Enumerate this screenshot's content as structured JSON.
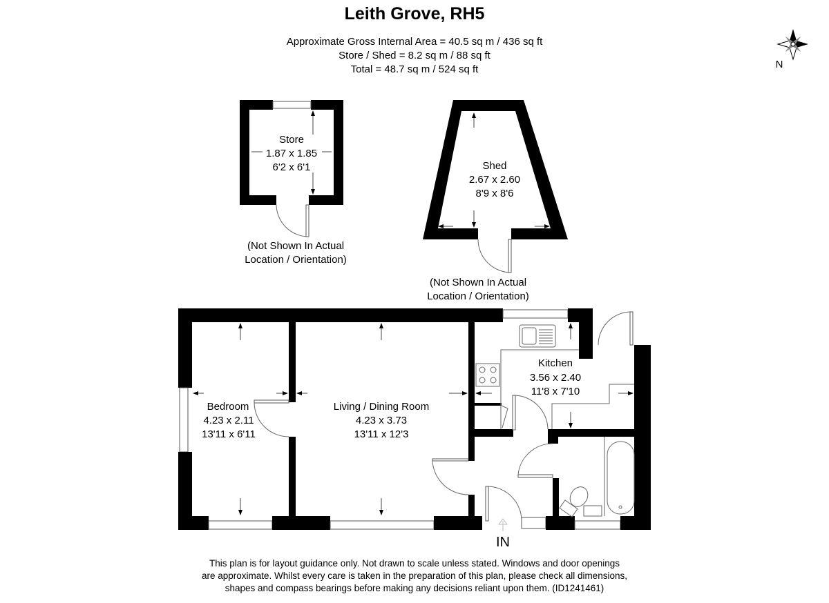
{
  "title": "Leith Grove, RH5",
  "areas": [
    "Approximate Gross Internal Area = 40.5 sq m / 436 sq ft",
    "Store / Shed = 8.2 sq m / 88 sq ft",
    "Total = 48.7 sq m / 524 sq ft"
  ],
  "compass": {
    "label": "N",
    "icon": "compass-rose-icon"
  },
  "rooms": {
    "store": {
      "name": "Store",
      "metric": "1.87 x 1.85",
      "imperial": "6'2 x 6'1"
    },
    "shed": {
      "name": "Shed",
      "metric": "2.67 x 2.60",
      "imperial": "8'9 x 8'6"
    },
    "bedroom": {
      "name": "Bedroom",
      "metric": "4.23 x 2.11",
      "imperial": "13'11 x 6'11"
    },
    "living": {
      "name": "Living / Dining Room",
      "metric": "4.23 x 3.73",
      "imperial": "13'11 x 12'3"
    },
    "kitchen": {
      "name": "Kitchen",
      "metric": "3.56 x 2.40",
      "imperial": "11'8 x 7'10"
    }
  },
  "notes": {
    "store_line1": "(Not Shown In Actual",
    "store_line2": "Location / Orientation)",
    "shed_line1": "(Not Shown In Actual",
    "shed_line2": "Location / Orientation)"
  },
  "entrance_label": "IN",
  "disclaimer": [
    "This plan is for layout guidance only. Not drawn to scale unless stated. Windows and door openings",
    "are approximate. Whilst every care is taken in the preparation of this plan, please check all dimensions,",
    "shapes and compass bearings before making any decisions reliant upon them. (ID1241461)"
  ]
}
